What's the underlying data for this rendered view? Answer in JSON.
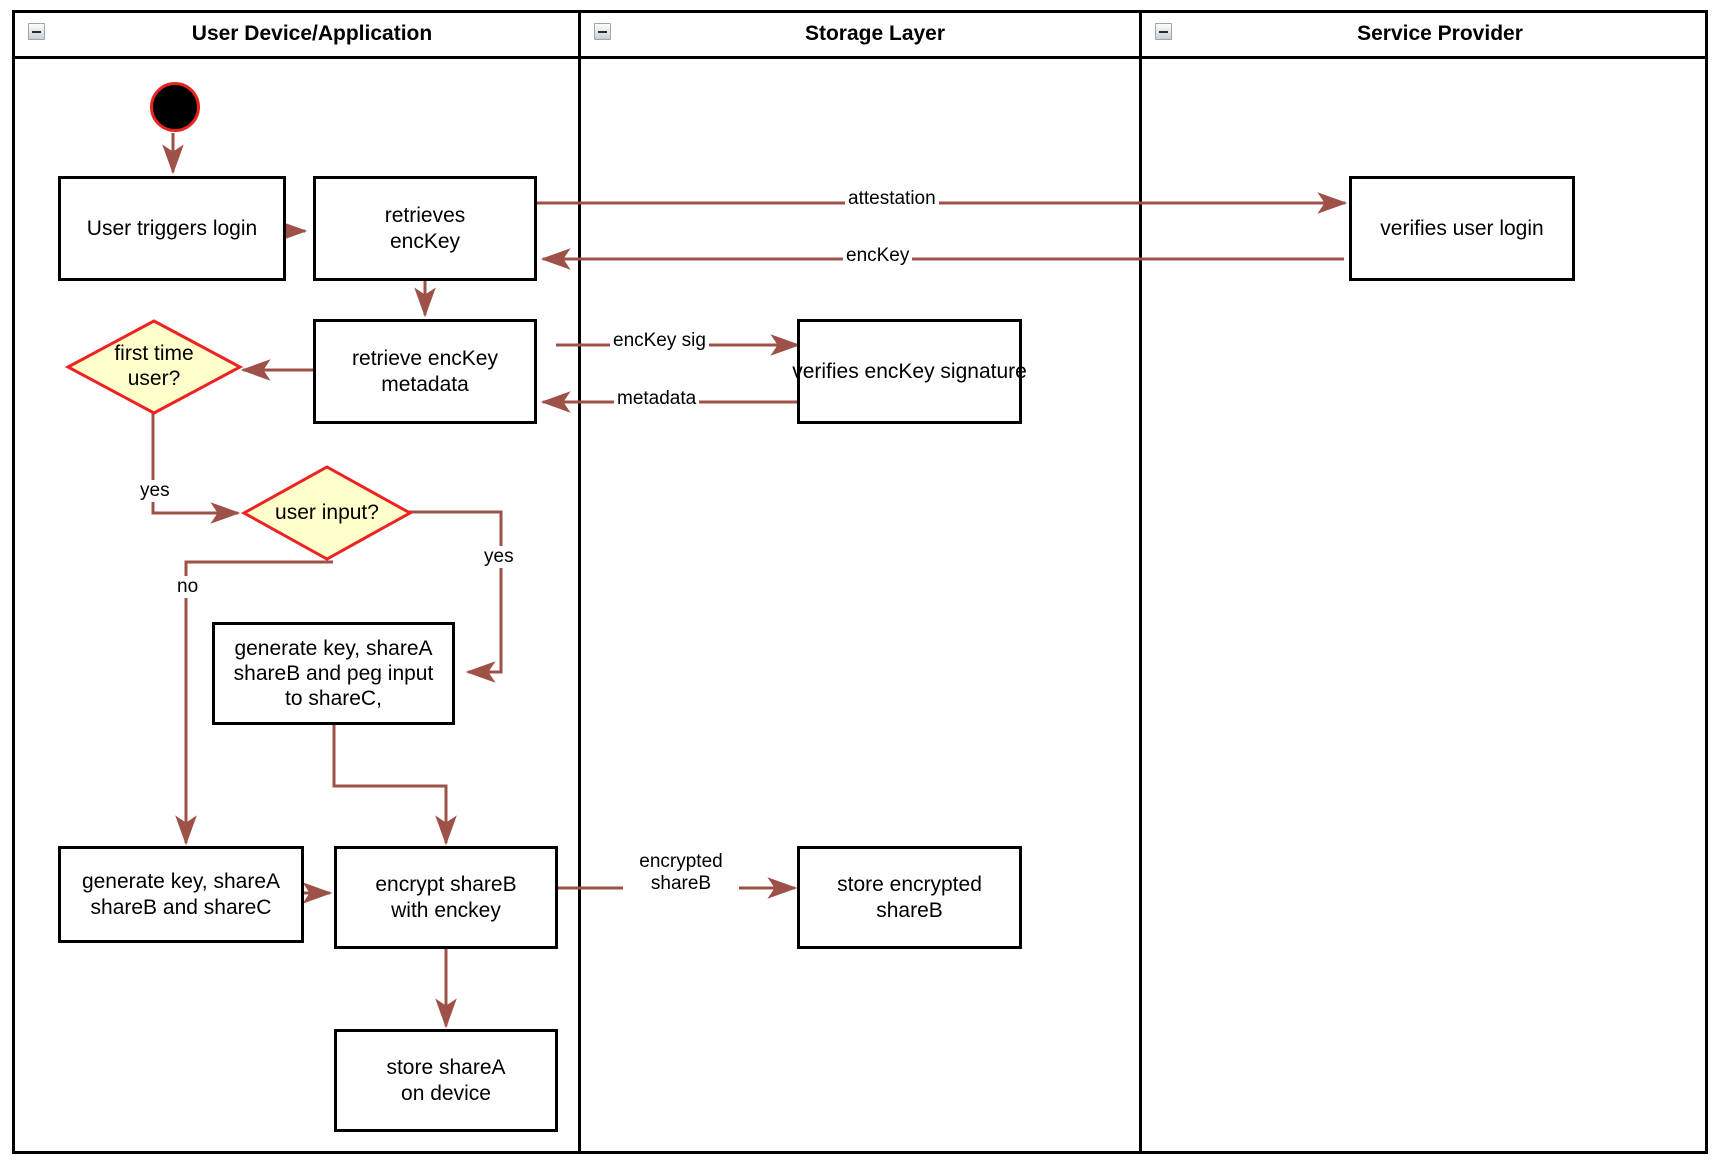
{
  "diagram": {
    "type": "uml-activity-swimlane",
    "title": "Login / key-share provisioning activity diagram",
    "colors": {
      "edge": "#9d5147",
      "decision_fill": "#ffffcc",
      "decision_stroke": "#ee2222",
      "node_stroke": "#000000",
      "lane_stroke": "#000000",
      "start_fill": "#000000",
      "start_stroke": "#e8241f",
      "background": "#ffffff"
    },
    "lanes": [
      {
        "id": "lane-user-device",
        "label": "User Device/Application",
        "collapse_icon": "collapse-minus-icon"
      },
      {
        "id": "lane-storage",
        "label": "Storage Layer",
        "collapse_icon": "collapse-minus-icon"
      },
      {
        "id": "lane-service",
        "label": "Service Provider",
        "collapse_icon": "collapse-minus-icon"
      }
    ],
    "nodes": [
      {
        "id": "start",
        "kind": "initial",
        "lane": "lane-user-device",
        "label": ""
      },
      {
        "id": "user-triggers-login",
        "kind": "action",
        "lane": "lane-user-device",
        "label": "User triggers login"
      },
      {
        "id": "retrieves-enckey",
        "kind": "action",
        "lane": "lane-user-device",
        "label": "retrieves\nencKey"
      },
      {
        "id": "retrieve-enckey-metadata",
        "kind": "action",
        "lane": "lane-user-device",
        "label": "retrieve encKey\nmetadata"
      },
      {
        "id": "first-time-user",
        "kind": "decision",
        "lane": "lane-user-device",
        "label": "first time\nuser?"
      },
      {
        "id": "user-input",
        "kind": "decision",
        "lane": "lane-user-device",
        "label": "user input?"
      },
      {
        "id": "generate-peg",
        "kind": "action",
        "lane": "lane-user-device",
        "label": "generate key, shareA\nshareB and peg input\nto shareC,"
      },
      {
        "id": "generate-shares",
        "kind": "action",
        "lane": "lane-user-device",
        "label": "generate key, shareA\nshareB and shareC"
      },
      {
        "id": "encrypt-shareb",
        "kind": "action",
        "lane": "lane-user-device",
        "label": "encrypt shareB\nwith enckey"
      },
      {
        "id": "store-sharea",
        "kind": "action",
        "lane": "lane-user-device",
        "label": "store shareA\non device"
      },
      {
        "id": "verifies-enckey-signature",
        "kind": "action",
        "lane": "lane-storage",
        "label": "verifies encKey signature"
      },
      {
        "id": "store-encrypted-shareb",
        "kind": "action",
        "lane": "lane-storage",
        "label": "store encrypted\nshareB"
      },
      {
        "id": "verifies-user-login",
        "kind": "action",
        "lane": "lane-service",
        "label": "verifies user login"
      }
    ],
    "edges": [
      {
        "from": "start",
        "to": "user-triggers-login",
        "label": ""
      },
      {
        "from": "user-triggers-login",
        "to": "retrieves-enckey",
        "label": ""
      },
      {
        "from": "retrieves-enckey",
        "to": "verifies-user-login",
        "label": "attestation"
      },
      {
        "from": "verifies-user-login",
        "to": "retrieves-enckey",
        "label": "encKey"
      },
      {
        "from": "retrieves-enckey",
        "to": "retrieve-enckey-metadata",
        "label": ""
      },
      {
        "from": "retrieve-enckey-metadata",
        "to": "verifies-enckey-signature",
        "label": "encKey sig"
      },
      {
        "from": "verifies-enckey-signature",
        "to": "retrieve-enckey-metadata",
        "label": "metadata"
      },
      {
        "from": "retrieve-enckey-metadata",
        "to": "first-time-user",
        "label": ""
      },
      {
        "from": "first-time-user",
        "to": "user-input",
        "label": "yes"
      },
      {
        "from": "user-input",
        "to": "generate-shares",
        "label": "no"
      },
      {
        "from": "user-input",
        "to": "generate-peg",
        "label": "yes"
      },
      {
        "from": "generate-peg",
        "to": "encrypt-shareb",
        "label": ""
      },
      {
        "from": "generate-shares",
        "to": "encrypt-shareb",
        "label": ""
      },
      {
        "from": "encrypt-shareb",
        "to": "store-encrypted-shareb",
        "label": "encrypted\nshareB"
      },
      {
        "from": "encrypt-shareb",
        "to": "store-sharea",
        "label": ""
      }
    ],
    "edge_labels": {
      "attestation": "attestation",
      "enckey": "encKey",
      "enckey_sig": "encKey sig",
      "metadata": "metadata",
      "yes_first_time": "yes",
      "no_user_input": "no",
      "yes_user_input": "yes",
      "encrypted_shareb": "encrypted\nshareB"
    },
    "node_labels": {
      "user_triggers_login": "User triggers login",
      "retrieves_enckey_l1": "retrieves",
      "retrieves_enckey_l2": "encKey",
      "retrieve_metadata_l1": "retrieve encKey",
      "retrieve_metadata_l2": "metadata",
      "first_time_user_l1": "first time",
      "first_time_user_l2": "user?",
      "user_input": "user input?",
      "generate_peg_l1": "generate key, shareA",
      "generate_peg_l2": "shareB and peg input",
      "generate_peg_l3": "to shareC,",
      "generate_shares_l1": "generate key, shareA",
      "generate_shares_l2": "shareB and shareC",
      "encrypt_shareb_l1": "encrypt shareB",
      "encrypt_shareb_l2": "with enckey",
      "store_sharea_l1": "store shareA",
      "store_sharea_l2": "on device",
      "verifies_enckey_signature": "verifies encKey signature",
      "store_encrypted_shareb_l1": "store encrypted",
      "store_encrypted_shareb_l2": "shareB",
      "verifies_user_login": "verifies user login"
    }
  }
}
